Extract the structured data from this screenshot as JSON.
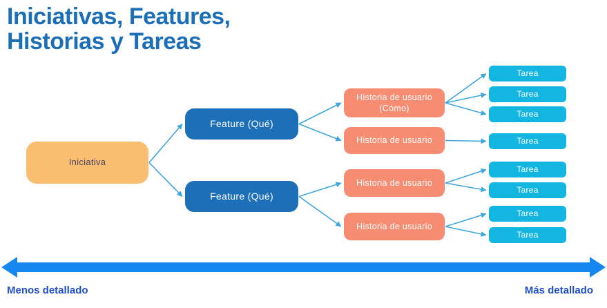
{
  "title": {
    "line1": "Iniciativas, Features,",
    "line2": "Historias y Tareas"
  },
  "diagram": {
    "nodes": [
      {
        "id": "iniciativa",
        "label": "Iniciativa",
        "type": "iniciativa"
      },
      {
        "id": "feature1",
        "label": "Feature (Qué)",
        "type": "feature"
      },
      {
        "id": "feature2",
        "label": "Feature (Qué)",
        "type": "feature"
      },
      {
        "id": "historia1",
        "label": "Historia de usuario (Cómo)",
        "type": "historia"
      },
      {
        "id": "historia2",
        "label": "Historia de usuario",
        "type": "historia"
      },
      {
        "id": "historia3",
        "label": "Historia de usuario",
        "type": "historia"
      },
      {
        "id": "historia4",
        "label": "Historia de usuario",
        "type": "historia"
      },
      {
        "id": "tarea1",
        "label": "Tarea",
        "type": "tarea"
      },
      {
        "id": "tarea2",
        "label": "Tarea",
        "type": "tarea"
      },
      {
        "id": "tarea3",
        "label": "Tarea",
        "type": "tarea"
      },
      {
        "id": "tarea4",
        "label": "Tarea",
        "type": "tarea"
      },
      {
        "id": "tarea5",
        "label": "Tarea",
        "type": "tarea"
      },
      {
        "id": "tarea6",
        "label": "Tarea",
        "type": "tarea"
      },
      {
        "id": "tarea7",
        "label": "Tarea",
        "type": "tarea"
      },
      {
        "id": "tarea8",
        "label": "Tarea",
        "type": "tarea"
      }
    ],
    "edges": [
      [
        "iniciativa",
        "feature1"
      ],
      [
        "iniciativa",
        "feature2"
      ],
      [
        "feature1",
        "historia1"
      ],
      [
        "feature1",
        "historia2"
      ],
      [
        "feature2",
        "historia3"
      ],
      [
        "feature2",
        "historia4"
      ],
      [
        "historia1",
        "tarea1"
      ],
      [
        "historia1",
        "tarea2"
      ],
      [
        "historia1",
        "tarea3"
      ],
      [
        "historia2",
        "tarea4"
      ],
      [
        "historia3",
        "tarea5"
      ],
      [
        "historia3",
        "tarea6"
      ],
      [
        "historia4",
        "tarea7"
      ],
      [
        "historia4",
        "tarea8"
      ]
    ]
  },
  "axis": {
    "left_label": "Menos detallado",
    "right_label": "Más detallado"
  },
  "colors": {
    "title": "#1C6FB6",
    "iniciativa_bg": "#F9BE70",
    "iniciativa_text": "#4B4563",
    "feature_bg": "#1D70B7",
    "historia_bg": "#F68C72",
    "tarea_bg": "#12B6E1",
    "node_text": "#FFFFFF",
    "connector": "#3DA6DE",
    "axis_arrow": "#1787F0",
    "axis_label": "#1F4EC6"
  }
}
